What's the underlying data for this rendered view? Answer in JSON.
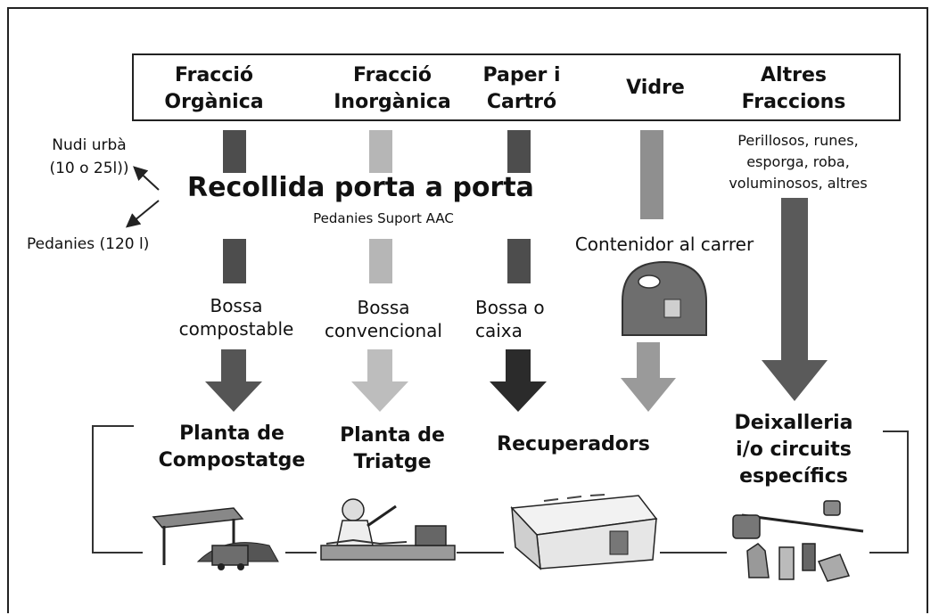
{
  "headers": [
    {
      "label": "Fracció\nOrgànica"
    },
    {
      "label": "Fracció\nInorgànica"
    },
    {
      "label": "Paper i\nCartró"
    },
    {
      "label": "Vidre"
    },
    {
      "label": "Altres\nFraccions"
    }
  ],
  "altres_detail": "Perillosos, runes,\nesporga, roba,\nvoluminosos, altres",
  "nudi": "Nudi urbà\n(10 o 25l))",
  "pedanies": "Pedanies (120 l)",
  "recollida": {
    "title": "Recollida porta a porta",
    "subtitle": "Pedanies Suport AAC"
  },
  "contenidor": "Contenidor al carrer",
  "bags": [
    "Bossa\ncompostable",
    "Bossa\nconvencional",
    "Bossa o\ncaixa"
  ],
  "destinations": [
    "Planta de\nCompostatge",
    "Planta de\nTriatge",
    "Recuperadors",
    "Deixalleria\ni/o circuits\nespecífics"
  ],
  "colors": {
    "organic": "#4d4d4d",
    "inorganic": "#b6b6b6",
    "paper": "#4d4d4d",
    "paper_arrow": "#2b2b2b",
    "glass": "#8f8f8f",
    "altres": "#5a5a5a"
  }
}
